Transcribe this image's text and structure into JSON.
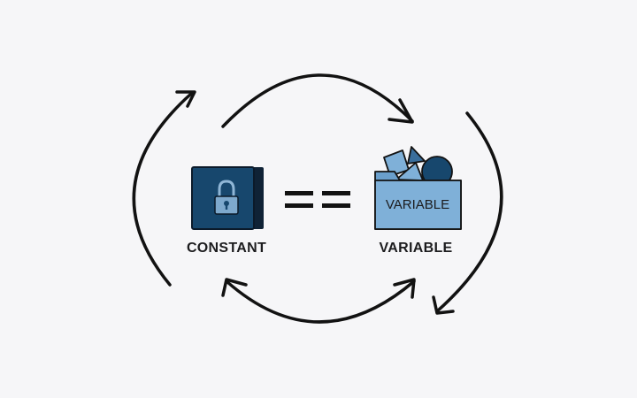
{
  "diagram": {
    "constant_label": "CONSTANT",
    "variable_label": "VARIABLE",
    "folder_label": "VARIABLE",
    "operator_symbol": "==",
    "constant_icon": "padlock-icon",
    "variable_icon": "folder-with-shapes-icon",
    "colors": {
      "background": "#f6f6f8",
      "constant_fill": "#17476d",
      "constant_dark": "#0f2236",
      "lock_fill": "#7ea9cd",
      "folder_fill": "#7fb0d8",
      "folder_back": "#6a9fcc",
      "stroke": "#121212"
    }
  }
}
